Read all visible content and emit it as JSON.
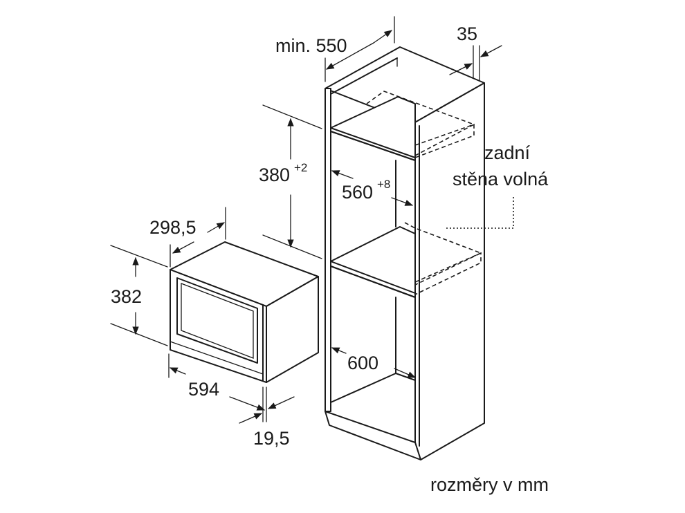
{
  "dimensions": {
    "depth_min": "min. 550",
    "gap_top": "35",
    "niche_height": "380",
    "niche_height_tol": "+2",
    "niche_width": "560",
    "niche_width_tol": "+8",
    "cabinet_width": "600",
    "appliance_depth": "298,5",
    "appliance_height": "382",
    "appliance_width": "594",
    "front_thickness": "19,5"
  },
  "notes": {
    "back_wall_line1": "zadní",
    "back_wall_line2": "stěna volná",
    "units": "rozměry v mm"
  },
  "colors": {
    "line": "#1a1a1a",
    "background": "#ffffff"
  }
}
